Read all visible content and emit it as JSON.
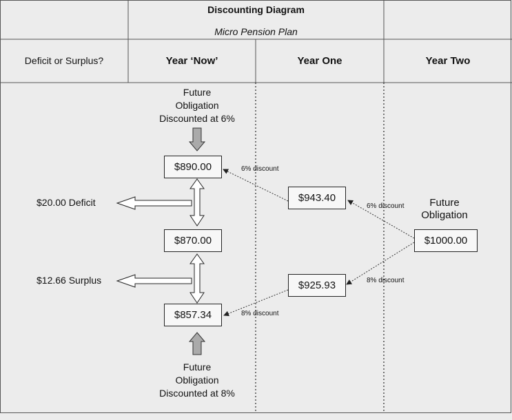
{
  "header": {
    "title": "Discounting Diagram",
    "subtitle": "Micro Pension Plan",
    "row_label": "Deficit or Surplus?",
    "columns": [
      "Year ‘Now’",
      "Year One",
      "Year Two"
    ]
  },
  "notes": {
    "top": [
      "Future",
      "Obligation",
      "Discounted at 6%"
    ],
    "bottom": [
      "Future",
      "Obligation",
      "Discounted at 8%"
    ],
    "future_obligation": [
      "Future",
      "Obligation"
    ]
  },
  "values": {
    "now_6": "$890.00",
    "now_mid": "$870.00",
    "now_8": "$857.34",
    "year1_6": "$943.40",
    "year1_8": "$925.93",
    "year2": "$1000.00"
  },
  "side": {
    "deficit": "$20.00 Deficit",
    "surplus": "$12.66 Surplus"
  },
  "arrow_labels": {
    "y1_to_now_6": "6% discount",
    "y2_to_y1_6": "6% discount",
    "y2_to_y1_8": "8% discount",
    "y1_to_now_8": "8% discount"
  }
}
